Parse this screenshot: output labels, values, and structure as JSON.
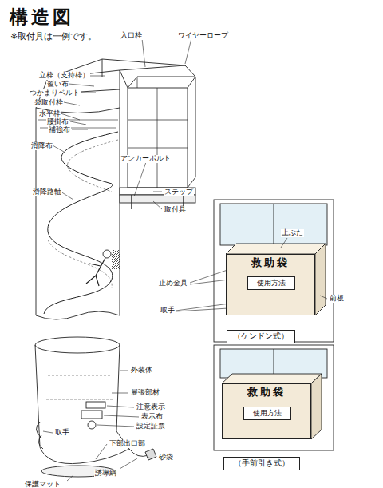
{
  "diagram": {
    "title": "構造図",
    "nodes": [
      {
        "text": [
          "救助袋"
        ]
      },
      {
        "text": [
          "使用方法"
        ],
        "in": 0
      },
      {
        "text": [
          "（ケンドン式）"
        ]
      },
      {
        "text": [
          "救助袋"
        ]
      },
      {
        "text": [
          "使用方法"
        ],
        "in": 3
      },
      {
        "text": [
          "（手前引き式）"
        ]
      }
    ],
    "labels": [
      "※取付具は一例です。",
      "入口枠",
      "ワイヤーロープ",
      "立枠（支持枠）",
      "覆い布",
      "つかまりベルト",
      "袋取付枠",
      "水平枠",
      "腰掛布",
      "補強布",
      "滑降布",
      "滑降路軸",
      "アンカーボルト",
      "ステップ",
      "取付具",
      "外装体",
      "展張部材",
      "注意表示",
      "表示布",
      "設定証票",
      "取手",
      "下部出口部",
      "砂袋",
      "誘導綱",
      "保護マット",
      "上ぶた",
      "止め金具",
      "取手",
      "前板"
    ]
  }
}
